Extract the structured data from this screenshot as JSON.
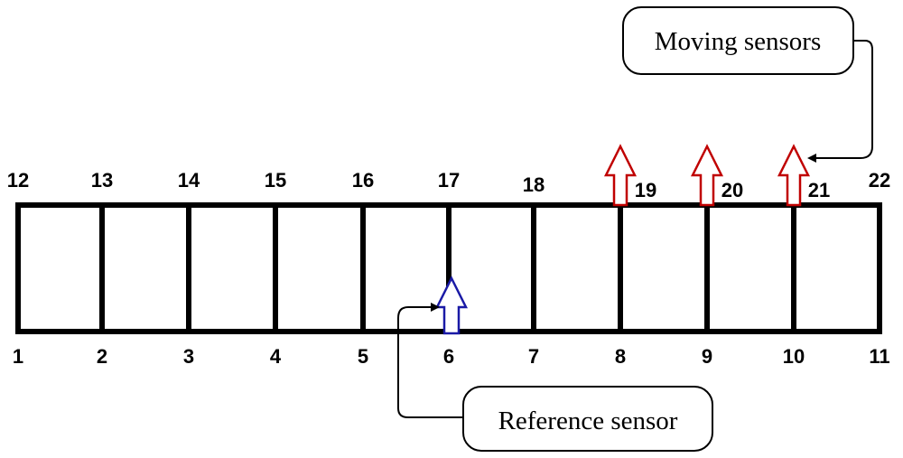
{
  "diagram": {
    "bottom_nodes": [
      "1",
      "2",
      "3",
      "4",
      "5",
      "6",
      "7",
      "8",
      "9",
      "10",
      "11"
    ],
    "top_nodes": [
      "12",
      "13",
      "14",
      "15",
      "16",
      "17",
      "18",
      "19",
      "20",
      "21",
      "22"
    ],
    "moving_sensors_label": "Moving sensors",
    "reference_sensor_label": "Reference sensor",
    "moving_sensor_nodes": [
      "19",
      "20",
      "21"
    ],
    "reference_sensor_node": "6",
    "colors": {
      "frame": "#000000",
      "moving_sensor": "#c00000",
      "reference_sensor": "#1a1aa6"
    }
  }
}
